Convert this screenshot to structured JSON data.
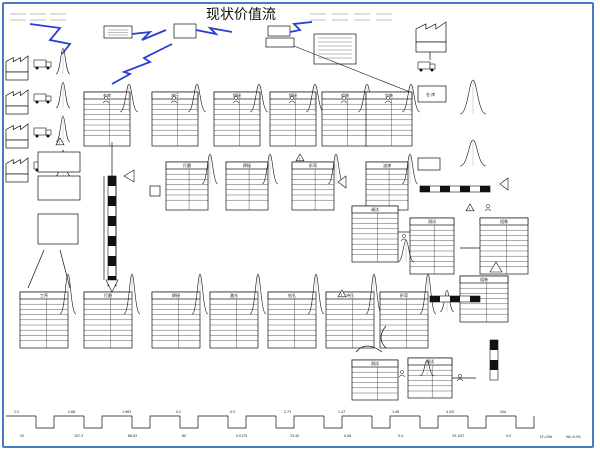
{
  "title": "现状价值流",
  "colors": {
    "frame": "#4a79c4",
    "line": "#111111",
    "lightning": "#2a3fd0",
    "bell": "#9aa0a6"
  },
  "row1_labels": [
    "仓库",
    "冲压",
    "焊接",
    "焊接",
    "组装",
    "包装"
  ],
  "row2_labels": [
    "打磨",
    "焊接",
    "折弯",
    "油漆"
  ],
  "row3_labels": [
    "工序",
    "打磨",
    "焊接",
    "激光",
    "钻孔",
    "冲压",
    "折弯"
  ],
  "right_labels": [
    "调试",
    "测试",
    "组装"
  ],
  "timeline": {
    "upper": [
      "2.5",
      "2.68",
      "1.963",
      "0.2",
      "0.5",
      "2.73",
      "1.47",
      "1.06",
      "4.5/5",
      "20d"
    ],
    "lower": [
      "25",
      "107.3",
      "86.83",
      "60",
      "0.0175",
      "33.45",
      "0.06",
      "0.4",
      "33.1/47",
      "0.5"
    ],
    "summary": "LT=25d",
    "ratio": "VA=0.5%"
  },
  "icons": [
    "supplier-factory-icon",
    "customer-factory-icon",
    "truck-icon",
    "inventory-triangle-icon",
    "operator-icon",
    "kanban-icon",
    "electronic-info-icon"
  ]
}
